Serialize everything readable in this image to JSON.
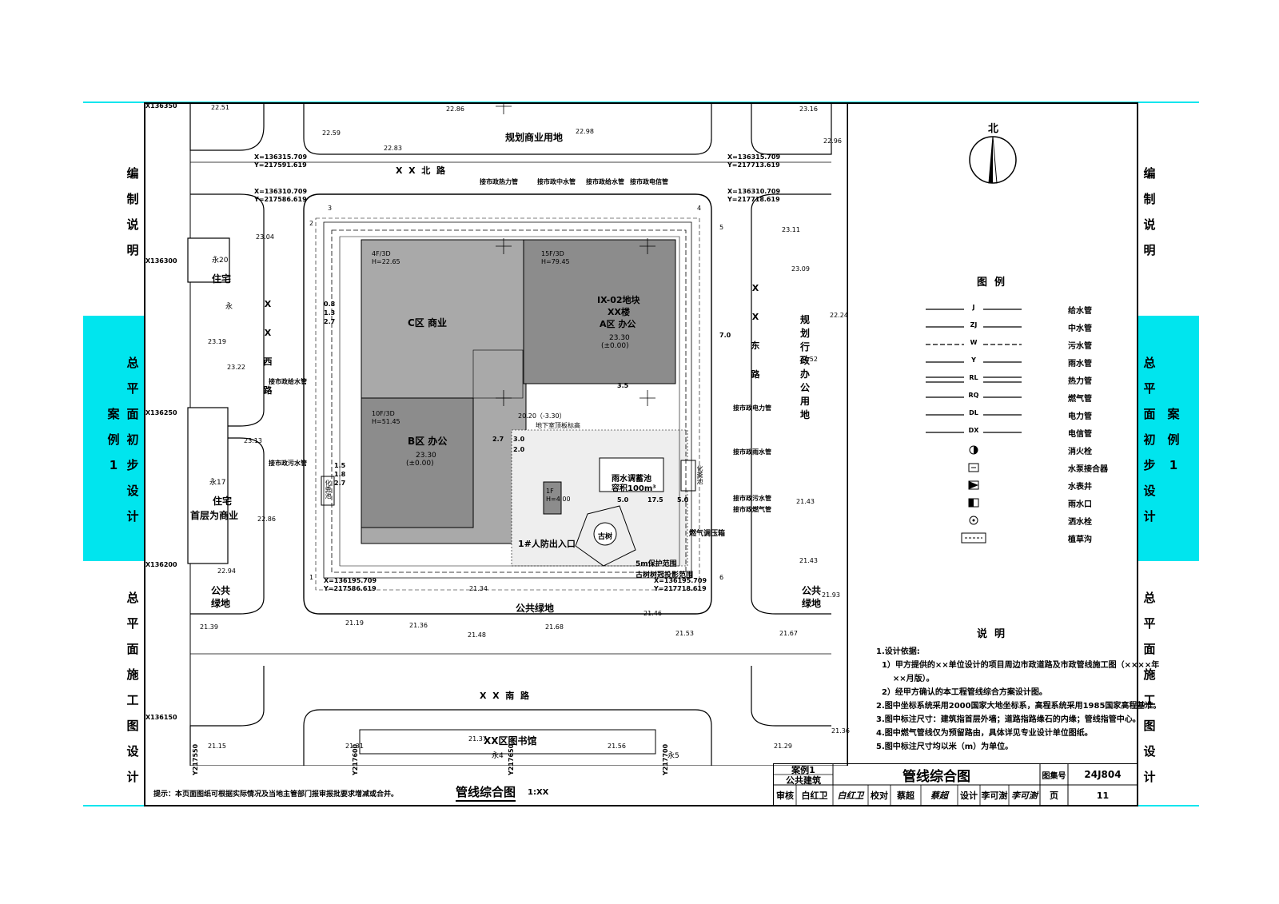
{
  "sidebar_left": {
    "block1": [
      "编",
      "制",
      "说",
      "明"
    ],
    "block2": [
      "总",
      "平",
      "面",
      "初",
      "步",
      "设",
      "计"
    ],
    "block2b": [
      "案",
      "例",
      "1"
    ],
    "block3": [
      "总",
      "平",
      "面",
      "施",
      "工",
      "图",
      "设",
      "计"
    ]
  },
  "sidebar_right": {
    "block1": [
      "编",
      "制",
      "说",
      "明"
    ],
    "block2": [
      "总",
      "平",
      "面",
      "初",
      "步",
      "设",
      "计"
    ],
    "block2b": [
      "案",
      "例",
      "1"
    ],
    "block3": [
      "总",
      "平",
      "面",
      "施",
      "工",
      "图",
      "设",
      "计"
    ]
  },
  "plan": {
    "grid_x": [
      "X136350",
      "X136300",
      "X136250",
      "X136200",
      "X136150"
    ],
    "grid_y": [
      "Y217550",
      "Y217600",
      "Y217650",
      "Y217700"
    ],
    "roads": {
      "north": "X  X  北  路",
      "south": "X  X  南  路",
      "west": [
        "X",
        "X",
        "西",
        "路"
      ],
      "east": [
        "X",
        "X",
        "东",
        "路"
      ]
    },
    "zones": {
      "north_land": "规划商业用地",
      "east_land": [
        "规",
        "划",
        "行",
        "政",
        "办",
        "公",
        "用",
        "地"
      ],
      "west_house1": "住宅",
      "west_house1_tag": "永20",
      "west_house2": "住宅",
      "west_house2_sub": "首层为商业",
      "west_house2_tag": "永17",
      "west_house_yong": "永",
      "south_library": "XX区图书馆",
      "south_tag1": "永4",
      "south_tag2": "永5",
      "green_south": "公共绿地",
      "green_sw": [
        "公共",
        "绿地"
      ],
      "green_se": [
        "公共",
        "绿地"
      ]
    },
    "buildings": {
      "c": {
        "name": "C区 商业",
        "floors": "4F/3D",
        "h": "H=22.65"
      },
      "a": {
        "name1": "IX-02地块",
        "name2": "XX楼",
        "name3": "A区 办公",
        "floors": "15F/3D",
        "h": "H=79.45",
        "elev": "23.30",
        "elev2": "(±0.00)"
      },
      "b": {
        "name": "B区 办公",
        "floors": "10F/3D",
        "h": "H=51.45",
        "elev": "23.30",
        "elev2": "(±0.00)"
      },
      "entrance": "1#人防出入口",
      "rain_tank1": "雨水调蓄池",
      "rain_tank2": "容积100m³",
      "tree": "古树",
      "tree_note1": "5m保护范围",
      "tree_note2": "古树树冠投影范围",
      "gas": "燃气调压箱",
      "basement": "地下室顶板标高",
      "basement_elev": "20.20（-3.30）",
      "small_bldg": "1F",
      "small_h": "H=4.00",
      "sewage": "化粪池"
    },
    "coords": {
      "nw1": [
        "X=136315.709",
        "Y=217591.619"
      ],
      "nw2": [
        "X=136310.709",
        "Y=217586.619"
      ],
      "ne1": [
        "X=136315.709",
        "Y=217713.619"
      ],
      "ne2": [
        "X=136310.709",
        "Y=217718.619"
      ],
      "sw": [
        "X=136195.709",
        "Y=217586.619"
      ],
      "se": [
        "X=136195.709",
        "Y=217718.619"
      ]
    },
    "connections": {
      "heat": "接市政热力管",
      "reclaimed": "接市政中水管",
      "water_n": "接市政给水管",
      "telecom": "接市政电信管",
      "water_w": "接市政给水管",
      "sewage_w": "接市政污水管",
      "power": "接市政电力管",
      "rain": "接市政雨水管",
      "sewage_e": "接市政污水管",
      "gas": "接市政燃气管"
    },
    "elevations": [
      "22.51",
      "22.86",
      "23.16",
      "22.59",
      "22.98",
      "22.96",
      "22.83",
      "23.04",
      "23.11",
      "23.09",
      "22.24",
      "23.19",
      "23.22",
      "21.52",
      "23.13",
      "22.86",
      "21.43",
      "22.94",
      "21.43",
      "21.93",
      "21.39",
      "21.19",
      "21.36",
      "21.48",
      "21.68",
      "21.46",
      "21.53",
      "21.67",
      "21.34",
      "21.15",
      "21.31",
      "21.37",
      "21.56",
      "21.29",
      "21.36"
    ],
    "point_labels": [
      "1",
      "2",
      "3",
      "4",
      "5",
      "6"
    ],
    "dims": [
      "0.8",
      "1.3",
      "2.7",
      "1.5",
      "1.8",
      "2.7",
      "17.5",
      "5.0",
      "5.0",
      "2.0",
      "3.0",
      "2.7",
      "7.0",
      "3.5"
    ]
  },
  "legend": {
    "title": "图  例",
    "items": [
      {
        "code": "J",
        "label": "给水管",
        "style": "solid"
      },
      {
        "code": "ZJ",
        "label": "中水管",
        "style": "solid"
      },
      {
        "code": "W",
        "label": "污水管",
        "style": "dash"
      },
      {
        "code": "Y",
        "label": "雨水管",
        "style": "solid"
      },
      {
        "code": "RL",
        "label": "热力管",
        "style": "double"
      },
      {
        "code": "RQ",
        "label": "燃气管",
        "style": "solid"
      },
      {
        "code": "DL",
        "label": "电力管",
        "style": "solid"
      },
      {
        "code": "DX",
        "label": "电信管",
        "style": "solid"
      },
      {
        "code": "",
        "label": "消火栓",
        "style": "hydrant"
      },
      {
        "code": "",
        "label": "水泵接合器",
        "style": "pump"
      },
      {
        "code": "",
        "label": "水表井",
        "style": "meter"
      },
      {
        "code": "",
        "label": "雨水口",
        "style": "inlet"
      },
      {
        "code": "",
        "label": "洒水栓",
        "style": "sprinkler"
      },
      {
        "code": "",
        "label": "植草沟",
        "style": "swale"
      }
    ]
  },
  "north_label": "北",
  "notes": {
    "title": "说  明",
    "lines": [
      "1.设计依据:",
      "  1）甲方提供的××单位设计的项目周边市政道路及市政管线施工图（××××年",
      "      ××月版）。",
      "  2）经甲方确认的本工程管线综合方案设计图。",
      "2.图中坐标系统采用2000国家大地坐标系，高程系统采用1985国家高程基准。",
      "3.图中标注尺寸：建筑指首层外墙；道路指路缘石的内缘；管线指管中心。",
      "4.图中燃气管线仅为预留路由，具体详见专业设计单位图纸。",
      "5.图中标注尺寸均以米（m）为单位。"
    ]
  },
  "footer": {
    "hint": "提示：本页面图纸可根据实际情况及当地主管部门报审报批要求增减或合并。",
    "drawing_title": "管线综合图",
    "scale": "1:XX"
  },
  "title_block": {
    "case": "案例1",
    "type": "公共建筑",
    "title": "管线综合图",
    "atlas_label": "图集号",
    "atlas_no": "24J804",
    "review": "审核",
    "reviewer": "白红卫",
    "reviewer_sig": "白红卫",
    "check": "校对",
    "checker": "蔡超",
    "checker_sig": "蔡超",
    "design": "设计",
    "designer": "李可澍",
    "designer_sig": "李可澍",
    "page_label": "页",
    "page_no": "11"
  },
  "colors": {
    "band": "#00e5ee",
    "building_c": "#a9a9a9",
    "building_a": "#8c8c8c",
    "building_b": "#8c8c8c"
  }
}
